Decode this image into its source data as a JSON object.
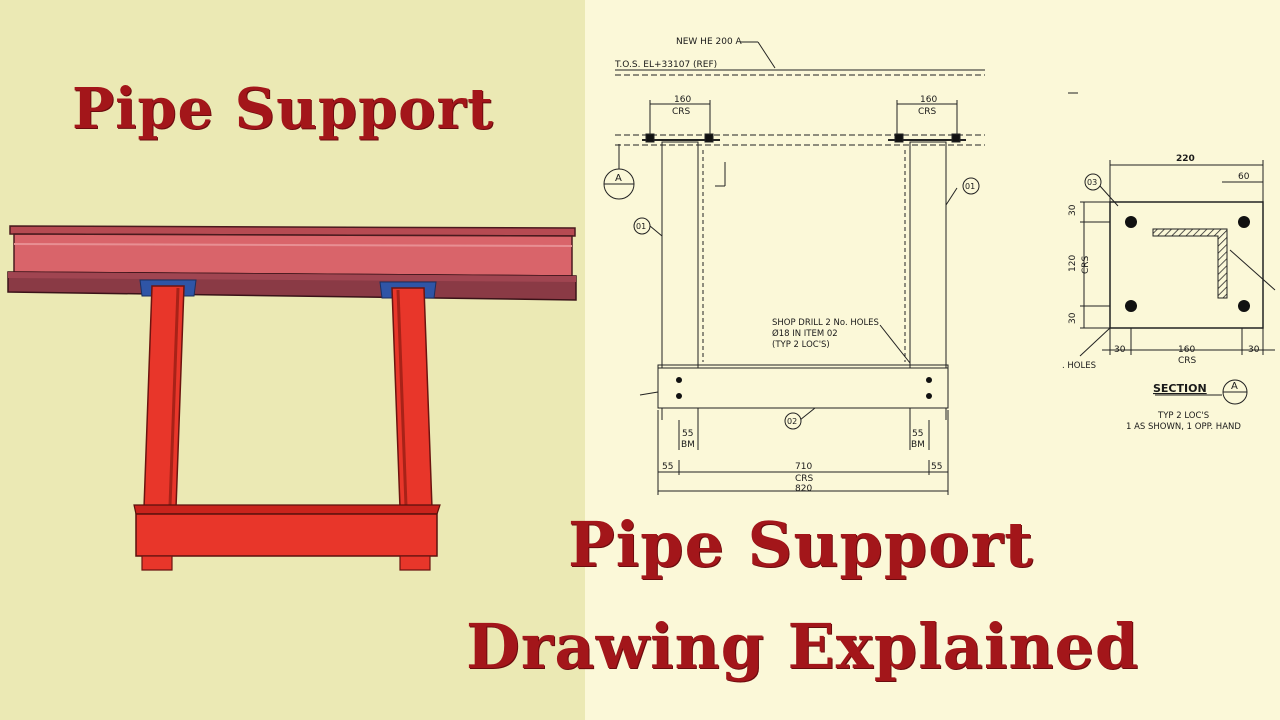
{
  "titles": {
    "left": "Pipe Support",
    "right_line1": "Pipe Support",
    "right_line2": "Drawing Explained"
  },
  "drawing": {
    "beam_callout": "NEW HE 200 A",
    "tos_elevation": "T.O.S. EL+33107 (REF)",
    "left_dim": "160",
    "left_dim_crs": "CRS",
    "right_dim": "160",
    "right_dim_crs": "CRS",
    "section_marker_left": "A",
    "item_01_left": "01",
    "item_01_right": "01",
    "item_02": "02",
    "note_line1": "SHOP DRILL 2 No. HOLES",
    "note_line2": "Ø18 IN ITEM 02",
    "note_line3": "(TYP 2 LOC'S)",
    "bm_left_value": "55",
    "bm_left_label": "BM",
    "bm_right_value": "55",
    "bm_right_label": "BM",
    "dim_55_left": "55",
    "dim_55_right": "55",
    "dim_710": "710",
    "dim_710_crs": "CRS",
    "dim_820": "820"
  },
  "section": {
    "width_220": "220",
    "dim_60": "60",
    "item_03": "03",
    "dim_30_top": "30",
    "dim_120": "120",
    "dim_120_crs": "CRS",
    "dim_30_bottom": "30",
    "dim_30_left": "30",
    "dim_160": "160",
    "dim_160_crs": "CRS",
    "dim_30_right": "30",
    "holes_label": ". HOLES",
    "section_title": "SECTION",
    "section_marker": "A",
    "typ_line1": "TYP 2 LOC'S",
    "typ_line2": "1 AS SHOWN, 1 OPP. HAND"
  },
  "colors": {
    "title": "#a3161a",
    "beam": "#d9646a",
    "column": "#e8362a",
    "base_plate": "#2f55a6"
  }
}
